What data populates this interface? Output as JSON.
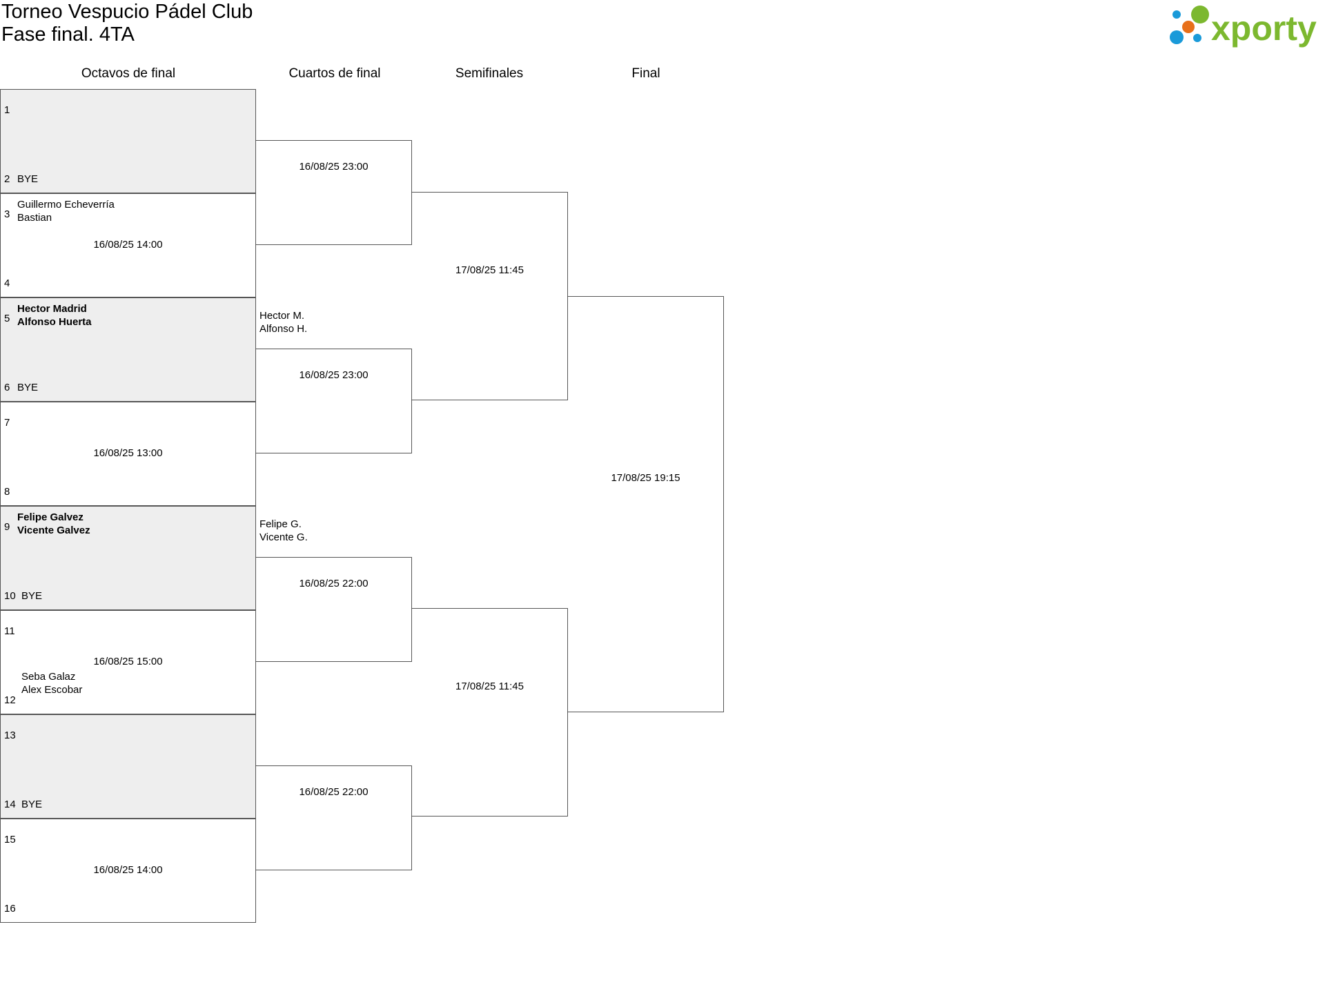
{
  "header": {
    "title": "Torneo Vespucio Pádel Club",
    "subtitle": "Fase final. 4TA",
    "logo_text": "xporty",
    "colors": {
      "logo_green": "#7cb82f",
      "logo_orange": "#e8701a",
      "logo_blue": "#1a9ad9"
    }
  },
  "rounds": [
    "Octavos de final",
    "Cuartos de final",
    "Semifinales",
    "Final"
  ],
  "octavos": [
    {
      "seed_top": "1",
      "seed_bot": "2",
      "team_top": "",
      "team_bot": "",
      "bye": "BYE",
      "date": ""
    },
    {
      "seed_top": "3",
      "seed_bot": "4",
      "team_top": "Guillermo Echeverría\nBastian",
      "team_bot": "",
      "bye": "",
      "date": "16/08/25 14:00"
    },
    {
      "seed_top": "5",
      "seed_bot": "6",
      "team_top": "Hector Madrid\nAlfonso Huerta",
      "team_bot": "",
      "bye": "BYE",
      "date": ""
    },
    {
      "seed_top": "7",
      "seed_bot": "8",
      "team_top": "",
      "team_bot": "",
      "bye": "",
      "date": "16/08/25 13:00"
    },
    {
      "seed_top": "9",
      "seed_bot": "10",
      "team_top": "Felipe Galvez\nVicente Galvez",
      "team_bot": "",
      "bye": "BYE",
      "date": ""
    },
    {
      "seed_top": "11",
      "seed_bot": "12",
      "team_top": "",
      "team_bot": "Seba Galaz\nAlex Escobar",
      "bye": "",
      "date": "16/08/25 15:00"
    },
    {
      "seed_top": "13",
      "seed_bot": "14",
      "team_top": "",
      "team_bot": "",
      "bye": "BYE",
      "date": ""
    },
    {
      "seed_top": "15",
      "seed_bot": "16",
      "team_top": "",
      "team_bot": "",
      "bye": "",
      "date": "16/08/25 14:00"
    }
  ],
  "cuartos": [
    {
      "date": "16/08/25 23:00",
      "advanced": ""
    },
    {
      "date": "16/08/25 23:00",
      "advanced": "Hector M.\nAlfonso H."
    },
    {
      "date": "16/08/25 22:00",
      "advanced": "Felipe G.\nVicente G."
    },
    {
      "date": "16/08/25 22:00",
      "advanced": ""
    }
  ],
  "semifinales": [
    {
      "date": "17/08/25 11:45"
    },
    {
      "date": "17/08/25 11:45"
    }
  ],
  "final": {
    "date": "17/08/25 19:15"
  }
}
